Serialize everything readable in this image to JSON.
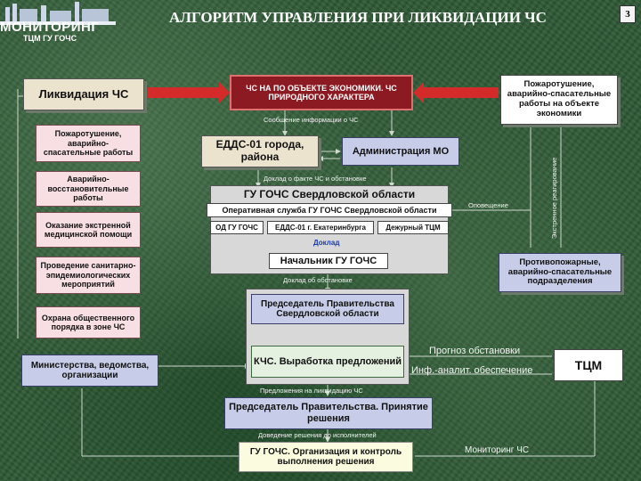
{
  "header": {
    "logo_text": "МОНИТОРИНГ",
    "logo_sub": "ТЦМ ГУ ГОЧС",
    "title": "АЛГОРИТМ УПРАВЛЕНИЯ ПРИ ЛИКВИДАЦИИ ЧС",
    "page_number": "3"
  },
  "boxes": {
    "liquidation": "Ликвидация ЧС",
    "emergency": "ЧС НА ПО ОБЪЕКТЕ ЭКОНОМИКИ. ЧС ПРИРОДНОГО ХАРАКТЕРА",
    "firefighting_object": "Пожаротушение, аварийно-спасательные работы на объекте экономики",
    "edds": "ЕДДС-01 города, района",
    "admin_mo": "Администрация МО",
    "gu_gochs": "ГУ ГОЧС Свердловской области",
    "operative_service": "Оперативная служба ГУ ГОЧС Свердловской области",
    "od": "ОД ГУ ГОЧС",
    "edds_ekb": "ЕДДС-01 г. Екатеринбурга",
    "duty_tcm": "Дежурный ТЦМ",
    "chief": "Начальник ГУ ГОЧС",
    "fire_units": "Противопожарные, аварийно-спасательные подразделения",
    "chairman": "Председатель Правительства Свердловской области",
    "kchs": "КЧС. Выработка предложений",
    "tcm": "ТЦМ",
    "chairman_decision": "Председатель Правительства. Принятие решения",
    "control": "ГУ ГОЧС. Организация и контроль выполнения решения",
    "ministries": "Министерства, ведомства, организации"
  },
  "left_list": [
    "Пожаротушение, аварийно-спасательные работы",
    "Аварийно-восстановительные работы",
    "Оказание экстренной медицинской помощи",
    "Проведение санитарно-эпидемиологических мероприятий",
    "Охрана общественного порядка в зоне ЧС"
  ],
  "labels": {
    "message_info": "Сообщение информации о ЧС",
    "report_fact": "Доклад о факте ЧС и обстановке",
    "notification": "Оповещение",
    "emergency_response": "Экстренное реагирование",
    "report": "Доклад",
    "report_situation": "Доклад об обстановке",
    "forecast": "Прогноз обстановки",
    "info_support": "Инф.-аналит. обеспечение",
    "proposals": "Предложения на ликвидацию ЧС",
    "bringing_decision": "Доведение решения до исполнителей",
    "monitoring": "Мониторинг ЧС"
  },
  "colors": {
    "background": "#2f5a36",
    "emergency_fill": "#8b1a22",
    "arrow_red": "#d42a2a",
    "pink_box": "#f7dfe3",
    "blue_box": "#c7cde8"
  }
}
